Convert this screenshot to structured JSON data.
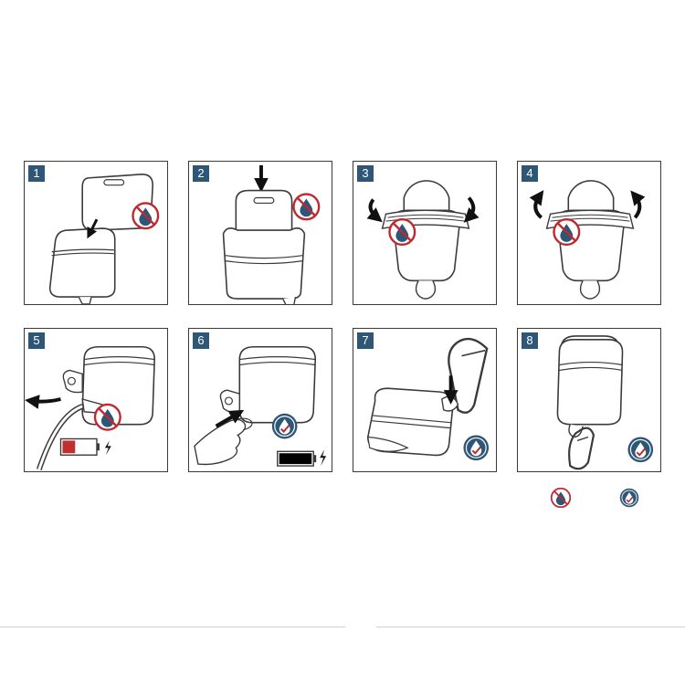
{
  "steps": [
    {
      "number": "1"
    },
    {
      "number": "2"
    },
    {
      "number": "3"
    },
    {
      "number": "4"
    },
    {
      "number": "5"
    },
    {
      "number": "6"
    },
    {
      "number": "7"
    },
    {
      "number": "8"
    }
  ],
  "icons": {
    "not_waterproof": "no-water-icon",
    "waterproof": "water-check-icon"
  },
  "colors": {
    "badge": "#2e5677",
    "drop": "#2e5677",
    "prohibit": "#c0282f",
    "battery_low": "#c0302f",
    "battery_full": "#000000",
    "outline": "#3a3a3a"
  }
}
